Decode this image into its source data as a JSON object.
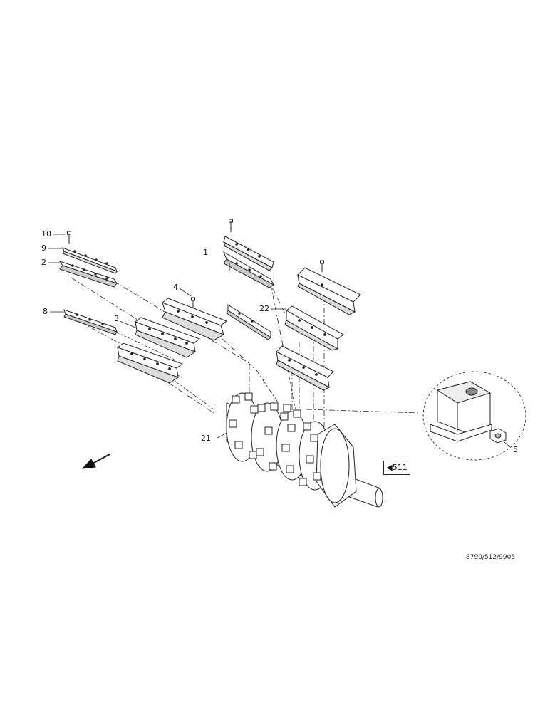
{
  "callouts": {
    "c10": "10",
    "c9": "9",
    "c2": "2",
    "c1": "1",
    "c4": "4",
    "c8": "8",
    "c3": "3",
    "c22": "22",
    "c21": "21",
    "c5": "5"
  },
  "reference_box": "◀511",
  "document_id": "8790/512/9905"
}
